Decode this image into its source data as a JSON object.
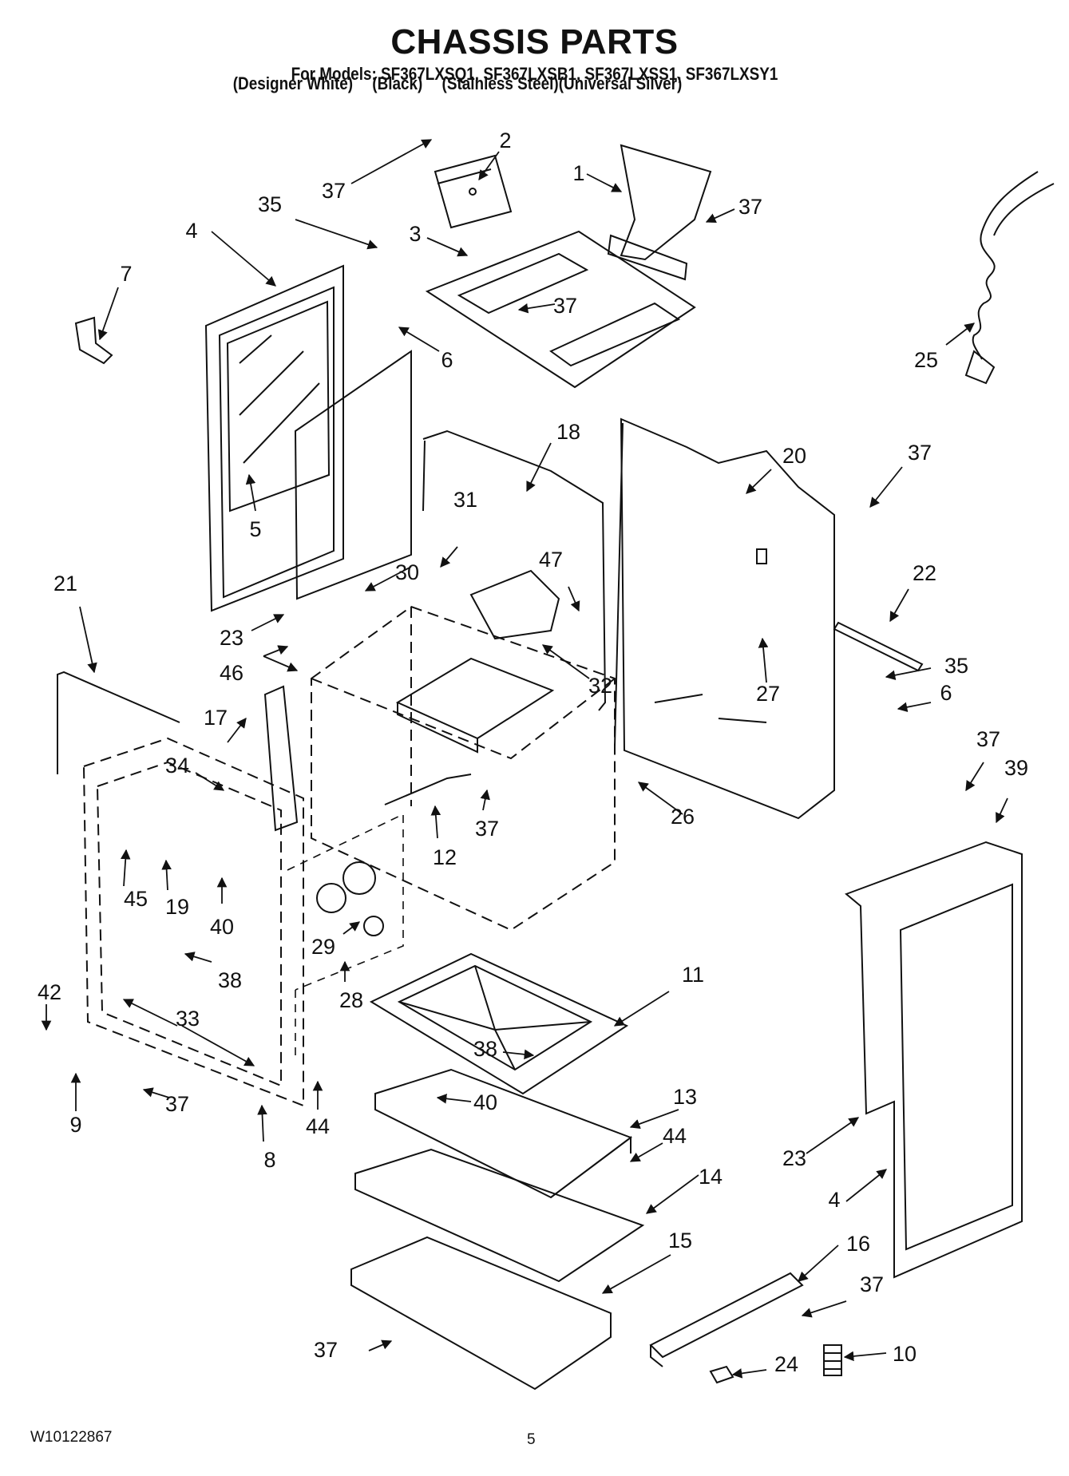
{
  "header": {
    "title": "CHASSIS PARTS",
    "models": "For Models: SF367LXSQ1, SF367LXSB1, SF367LXSS1, SF367LXSY1",
    "variants": [
      "(Designer White)",
      "(Black)",
      "(Stainless Steel)(Universal Silver)"
    ]
  },
  "callouts": [
    "37",
    "2",
    "1",
    "37",
    "35",
    "3",
    "4",
    "7",
    "37",
    "6",
    "25",
    "5",
    "18",
    "20",
    "37",
    "31",
    "30",
    "47",
    "22",
    "21",
    "23",
    "46",
    "32",
    "35",
    "6",
    "27",
    "17",
    "34",
    "37",
    "26",
    "12",
    "37",
    "39",
    "45",
    "19",
    "40",
    "29",
    "38",
    "28",
    "11",
    "42",
    "33",
    "38",
    "44",
    "37",
    "40",
    "13",
    "9",
    "8",
    "44",
    "23",
    "14",
    "4",
    "15",
    "16",
    "37",
    "37",
    "24",
    "10"
  ],
  "footer": {
    "doc_number": "W10122867",
    "page_number": "5"
  }
}
